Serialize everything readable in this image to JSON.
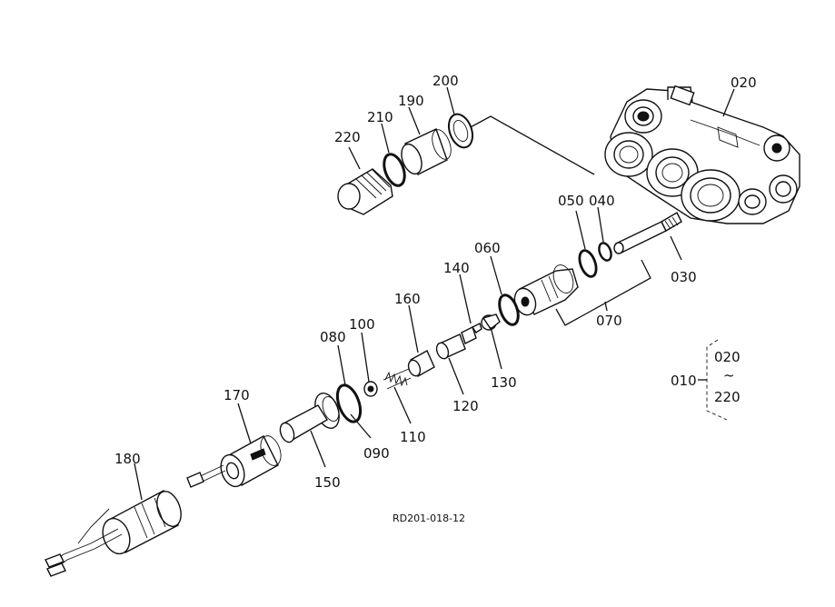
{
  "labels": {
    "p010": "010",
    "p020": "020",
    "p030": "030",
    "p040": "040",
    "p050": "050",
    "p060": "060",
    "p070": "070",
    "p080": "080",
    "p090": "090",
    "p100": "100",
    "p110": "110",
    "p120": "120",
    "p130": "130",
    "p140": "140",
    "p150": "150",
    "p160": "160",
    "p170": "170",
    "p180": "180",
    "p190": "190",
    "p200": "200",
    "p210": "210",
    "p220": "220",
    "range_top": "020",
    "range_sep": "~",
    "range_bottom": "220"
  },
  "reference_code": "RD201-018-12",
  "colors": {
    "ink": "#111111",
    "background": "#ffffff",
    "shade": "#cfcfcf"
  }
}
